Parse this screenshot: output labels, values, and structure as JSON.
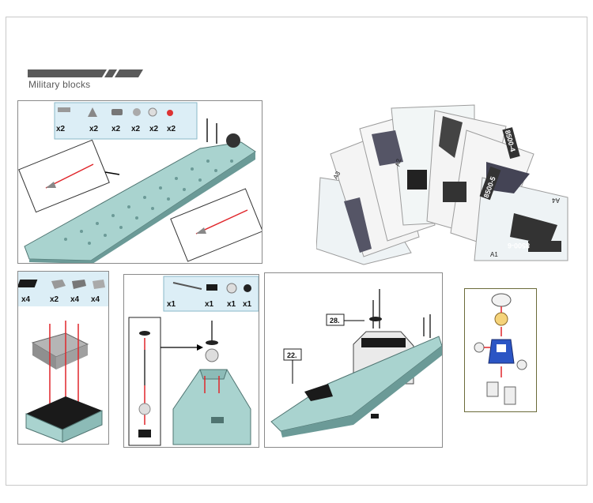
{
  "header": {
    "title": "Military blocks",
    "stripe_color": "#5a5a5a"
  },
  "colors": {
    "brick": "#a9d3cf",
    "brick_dark": "#6b9a97",
    "brick_shadow": "#4f7471",
    "gray": "#b5b5b5",
    "black": "#1a1a1a",
    "arrow": "#e0262b",
    "parts_tray": "#dceef6",
    "frame": "#c9c9c9"
  },
  "panel_a": {
    "parts_quantities": [
      "x2",
      "x2",
      "x2",
      "x2",
      "x2",
      "x2"
    ]
  },
  "panel_b": {
    "parts_quantities": [
      "x4",
      "x2",
      "x4",
      "x4"
    ]
  },
  "panel_c": {
    "parts_quantities": [
      "x1",
      "x1",
      "x1",
      "x1"
    ]
  },
  "panel_d": {
    "step_labels": [
      "28.",
      "22."
    ]
  },
  "booklets": {
    "labels": [
      "8500-5",
      "8500-6",
      "8500-4",
      "A1",
      "A2",
      "A3",
      "A4"
    ]
  }
}
